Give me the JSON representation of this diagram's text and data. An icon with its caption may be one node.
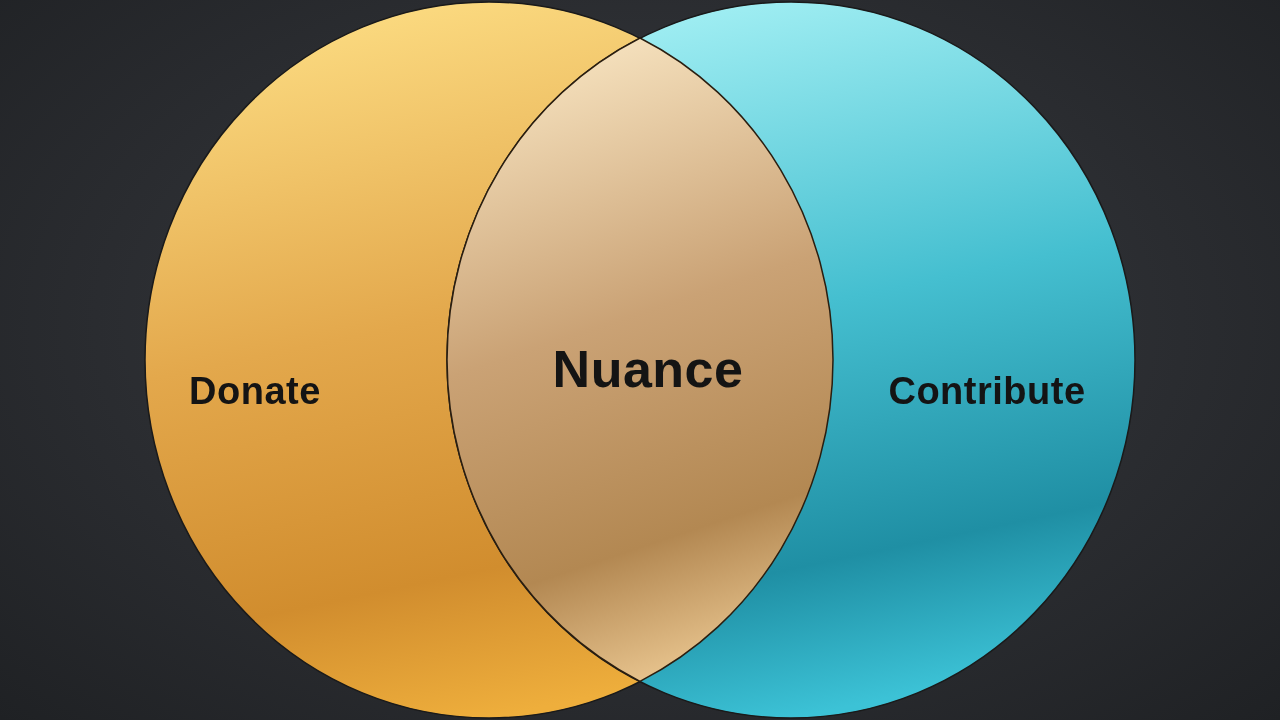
{
  "diagram": {
    "nodes": [
      {
        "text": [
          "Donate"
        ]
      },
      {
        "text": [
          "Contribute"
        ]
      },
      {
        "text": [
          "Nuance"
        ]
      }
    ]
  }
}
